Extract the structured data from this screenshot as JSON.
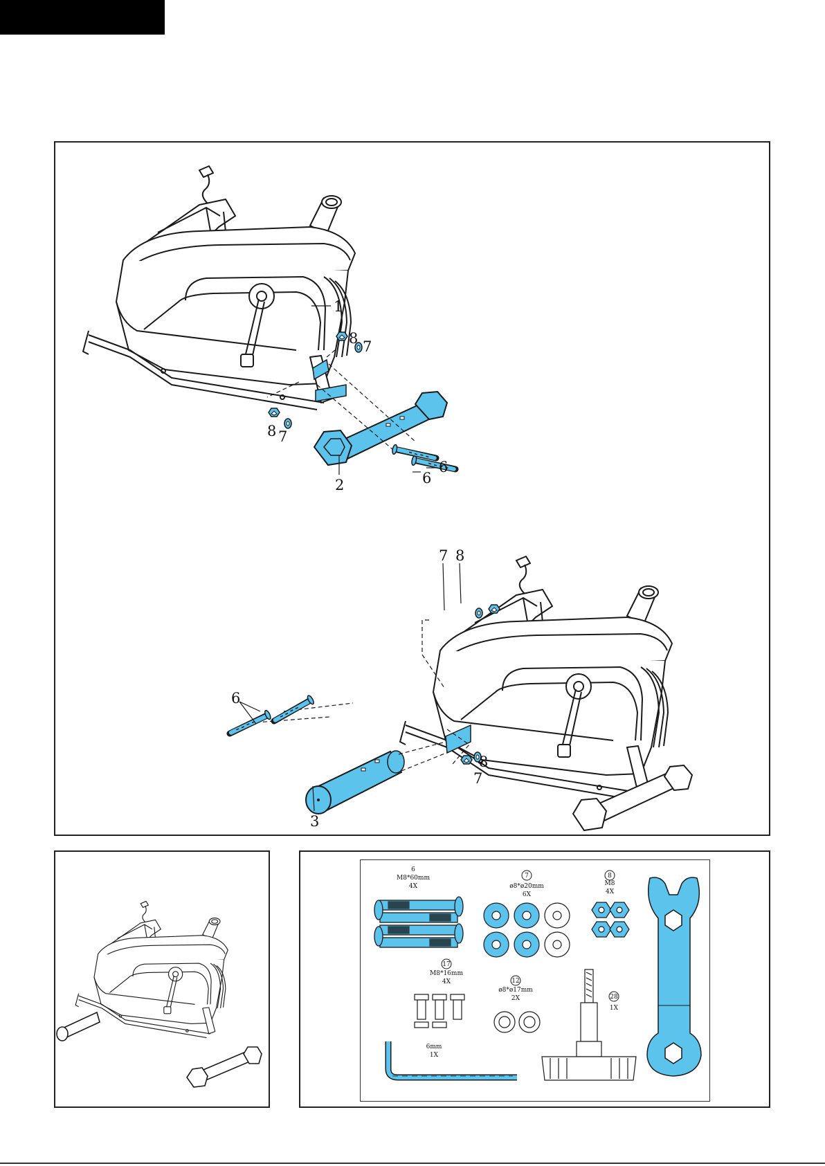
{
  "colors": {
    "part_highlight": "#5bc3ec",
    "line": "#1a1a1a",
    "frame": "#222222"
  },
  "main_diagram": {
    "callouts": {
      "p1": "1",
      "p2": "2",
      "p3": "3",
      "p6a": "6",
      "p6b": "6",
      "p6c": "6",
      "p7a": "7",
      "p7b": "7",
      "p7c": "7",
      "p7d": "7",
      "p8a": "8",
      "p8b": "8",
      "p8c": "8",
      "p8d": "8"
    }
  },
  "hardware": {
    "bolt": {
      "num": "6",
      "spec": "M8*60mm",
      "qty": "4X"
    },
    "washer": {
      "num": "7",
      "spec": "ø8*ø20mm",
      "qty": "6X"
    },
    "nut": {
      "num": "8",
      "spec": "M8",
      "qty": "4X"
    },
    "screw": {
      "num": "17",
      "spec": "M8*16mm",
      "qty": "4X"
    },
    "flat_washer": {
      "num": "12",
      "spec": "ø8*ø17mm",
      "qty": "2X"
    },
    "knob": {
      "num": "28",
      "qty": "1X"
    },
    "allen_key": {
      "spec": "6mm",
      "qty": "1X"
    }
  }
}
